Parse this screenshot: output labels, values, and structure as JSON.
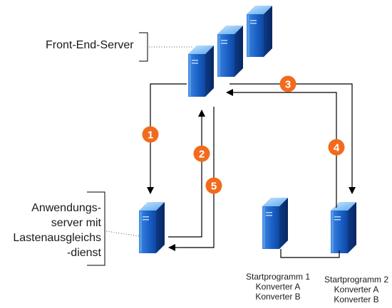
{
  "labels": {
    "front_end": "Front-End-Server",
    "app_server": [
      "Anwendungs-",
      "server mit",
      "Lastenausgleichs",
      "-dienst"
    ],
    "node1": [
      "Startprogramm 1",
      "Konverter A",
      "Konverter B"
    ],
    "node2": [
      "Startprogramm 2",
      "Konverter A",
      "Konverter B"
    ]
  },
  "steps": [
    "1",
    "2",
    "3",
    "4",
    "5"
  ],
  "colors": {
    "badge": "#f26b1d",
    "line": "#000000",
    "server_front": "#1e5fc0",
    "server_side": "#0d3a86"
  }
}
